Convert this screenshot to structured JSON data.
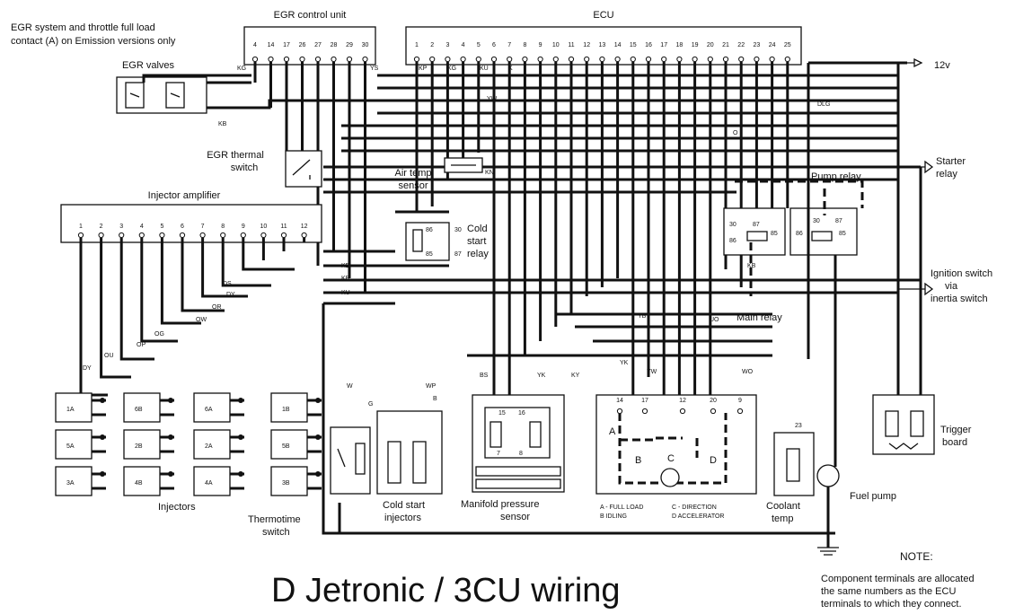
{
  "title": "D Jetronic / 3CU wiring",
  "ecu": {
    "title": "ECU",
    "pins": [
      "1",
      "2",
      "3",
      "4",
      "5",
      "6",
      "7",
      "8",
      "9",
      "10",
      "11",
      "12",
      "13",
      "14",
      "15",
      "16",
      "17",
      "18",
      "19",
      "20",
      "21",
      "22",
      "23",
      "24",
      "25"
    ]
  },
  "egr_control_unit": {
    "title": "EGR control unit",
    "pins": [
      "4",
      "14",
      "17",
      "26",
      "27",
      "28",
      "29",
      "30"
    ]
  },
  "injector_amplifier": {
    "title": "Injector amplifier",
    "pins": [
      "1",
      "2",
      "3",
      "4",
      "5",
      "6",
      "7",
      "8",
      "9",
      "10",
      "11",
      "12"
    ]
  },
  "injectors": [
    "1A",
    "5A",
    "3A",
    "6B",
    "2B",
    "4B",
    "6A",
    "2A",
    "4A",
    "1B",
    "5B",
    "3B"
  ],
  "components": {
    "egr_valves": "EGR valves",
    "egr_thermal_switch_1": "EGR thermal",
    "egr_thermal_switch_2": "switch",
    "air_temp_1": "Air temp",
    "air_temp_2": "sensor",
    "cold_start_relay_1": "Cold",
    "cold_start_relay_2": "start",
    "cold_start_relay_3": "relay",
    "pump_relay": "Pump relay",
    "main_relay": "Main relay",
    "supply_12v": "12v",
    "starter_relay_1": "Starter",
    "starter_relay_2": "relay",
    "ignition_1": "Ignition switch",
    "ignition_2": "via",
    "ignition_3": "inertia switch",
    "trigger_board_1": "Trigger",
    "trigger_board_2": "board",
    "fuel_pump": "Fuel pump",
    "coolant_1": "Coolant",
    "coolant_2": "temp",
    "manifold_1": "Manifold pressure",
    "manifold_2": "sensor",
    "cold_start_inj_1": "Cold start",
    "cold_start_inj_2": "injectors",
    "thermotime_1": "Thermotime",
    "thermotime_2": "switch",
    "injectors": "Injectors"
  },
  "relay_terms": {
    "t86": "86",
    "t30": "30",
    "t85": "85",
    "t87": "87",
    "m30": "30",
    "m87": "87",
    "m85": "85",
    "m86": "86",
    "p30": "30",
    "p87": "87",
    "p86": "86",
    "p85": "85"
  },
  "pins": {
    "coolant": "23",
    "mp15": "15",
    "mp16": "16",
    "mp7": "7",
    "mp8": "8",
    "throttle": [
      "14",
      "17",
      "12",
      "20",
      "9"
    ]
  },
  "throttle": {
    "a": "A",
    "b": "B",
    "c": "C",
    "d": "D",
    "legend_a": "A - FULL LOAD",
    "legend_b": "B  IDLING",
    "legend_c": "C - DIRECTION",
    "legend_d": "D  ACCELERATOR"
  },
  "wire_codes": {
    "kb1": "KB",
    "kb2": "KB",
    "list": [
      "KG",
      "YS",
      "KP",
      "KG",
      "KU",
      "K",
      "YW",
      "DLG",
      "O",
      "KN",
      "KB",
      "KB",
      "KU",
      "DS",
      "DY",
      "OR",
      "OW",
      "OG",
      "OP",
      "OU",
      "DY",
      "W",
      "G",
      "WP",
      "B",
      "BS",
      "YK",
      "KY",
      "YB",
      "YK",
      "YW",
      "UO",
      "WO"
    ]
  },
  "notes": {
    "egr_1": "EGR system and throttle full load",
    "egr_2": "contact (A) on Emission versions only",
    "heading": "NOTE:",
    "line_1": "Component terminals are allocated",
    "line_2": "the same numbers as the ECU",
    "line_3": "terminals to which they connect."
  }
}
